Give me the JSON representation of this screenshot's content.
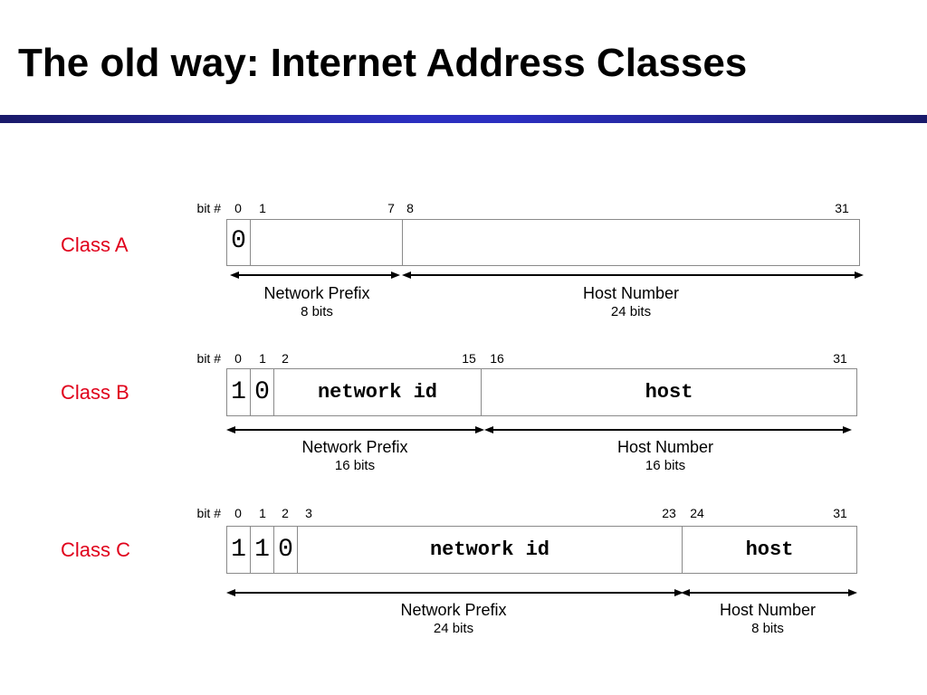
{
  "title": "The old way: Internet Address Classes",
  "bit_prefix": "bit #",
  "classes": [
    {
      "label": "Class A",
      "bit_numbers": [
        "0",
        "1",
        "7",
        "8",
        "31"
      ],
      "leading_bits": [
        "0"
      ],
      "network_field": "",
      "host_field": "",
      "network_caption": "Network Prefix",
      "network_bits": "8 bits",
      "host_caption": "Host Number",
      "host_bits": "24 bits"
    },
    {
      "label": "Class B",
      "bit_numbers": [
        "0",
        "1",
        "2",
        "15",
        "16",
        "31"
      ],
      "leading_bits": [
        "1",
        "0"
      ],
      "network_field": "network id",
      "host_field": "host",
      "network_caption": "Network Prefix",
      "network_bits": "16 bits",
      "host_caption": "Host Number",
      "host_bits": "16 bits"
    },
    {
      "label": "Class C",
      "bit_numbers": [
        "0",
        "1",
        "2",
        "3",
        "23",
        "24",
        "31"
      ],
      "leading_bits": [
        "1",
        "1",
        "0"
      ],
      "network_field": "network id",
      "host_field": "host",
      "network_caption": "Network Prefix",
      "network_bits": "24 bits",
      "host_caption": "Host Number",
      "host_bits": "8 bits"
    }
  ]
}
